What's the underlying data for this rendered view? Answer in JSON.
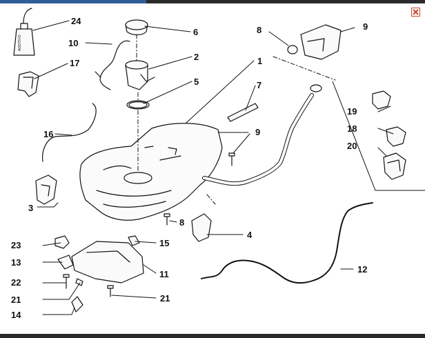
{
  "window": {
    "close_icon": "close-x-icon",
    "accent_color": "#2f5d9a",
    "close_color": "#c9452a"
  },
  "diagram": {
    "callouts": [
      {
        "id": "c1",
        "label": "1"
      },
      {
        "id": "c2",
        "label": "2"
      },
      {
        "id": "c3",
        "label": "3"
      },
      {
        "id": "c4",
        "label": "4"
      },
      {
        "id": "c5",
        "label": "5"
      },
      {
        "id": "c6",
        "label": "6"
      },
      {
        "id": "c7",
        "label": "7"
      },
      {
        "id": "c8a",
        "label": "8"
      },
      {
        "id": "c8b",
        "label": "8"
      },
      {
        "id": "c9a",
        "label": "9"
      },
      {
        "id": "c9b",
        "label": "9"
      },
      {
        "id": "c10",
        "label": "10"
      },
      {
        "id": "c11",
        "label": "11"
      },
      {
        "id": "c12",
        "label": "12"
      },
      {
        "id": "c13",
        "label": "13"
      },
      {
        "id": "c14",
        "label": "14"
      },
      {
        "id": "c15",
        "label": "15"
      },
      {
        "id": "c16",
        "label": "16"
      },
      {
        "id": "c17",
        "label": "17"
      },
      {
        "id": "c18",
        "label": "18"
      },
      {
        "id": "c19",
        "label": "19"
      },
      {
        "id": "c20",
        "label": "20"
      },
      {
        "id": "c21a",
        "label": "21"
      },
      {
        "id": "c21b",
        "label": "21"
      },
      {
        "id": "c22",
        "label": "22"
      },
      {
        "id": "c23",
        "label": "23"
      },
      {
        "id": "c24",
        "label": "24"
      }
    ],
    "bottle_label": "ADDITIVO"
  }
}
